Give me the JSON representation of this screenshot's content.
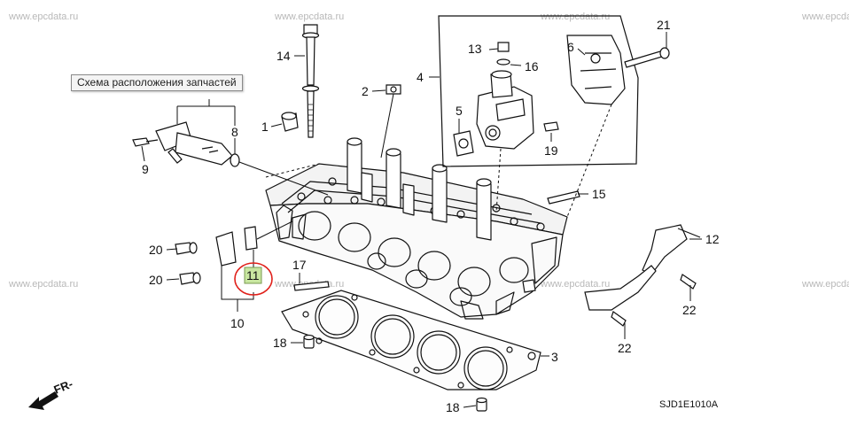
{
  "tooltip": "Схема расположения запчастей",
  "watermark": "www.epcdata.ru",
  "diagram_code": "SJD1E1010A",
  "front_arrow": "FR-",
  "highlight_color": "#e0201a",
  "highlight_fill": "#c8e6a0",
  "part_numbers": {
    "p1": "1",
    "p2": "2",
    "p3": "3",
    "p4": "4",
    "p5": "5",
    "p6": "6",
    "p8": "8",
    "p9": "9",
    "p10": "10",
    "p11": "11",
    "p12": "12",
    "p13": "13",
    "p14": "14",
    "p15": "15",
    "p16": "16",
    "p17": "17",
    "p18a": "18",
    "p18b": "18",
    "p19": "19",
    "p20a": "20",
    "p20b": "20",
    "p21": "21",
    "p22a": "22",
    "p22b": "22"
  }
}
